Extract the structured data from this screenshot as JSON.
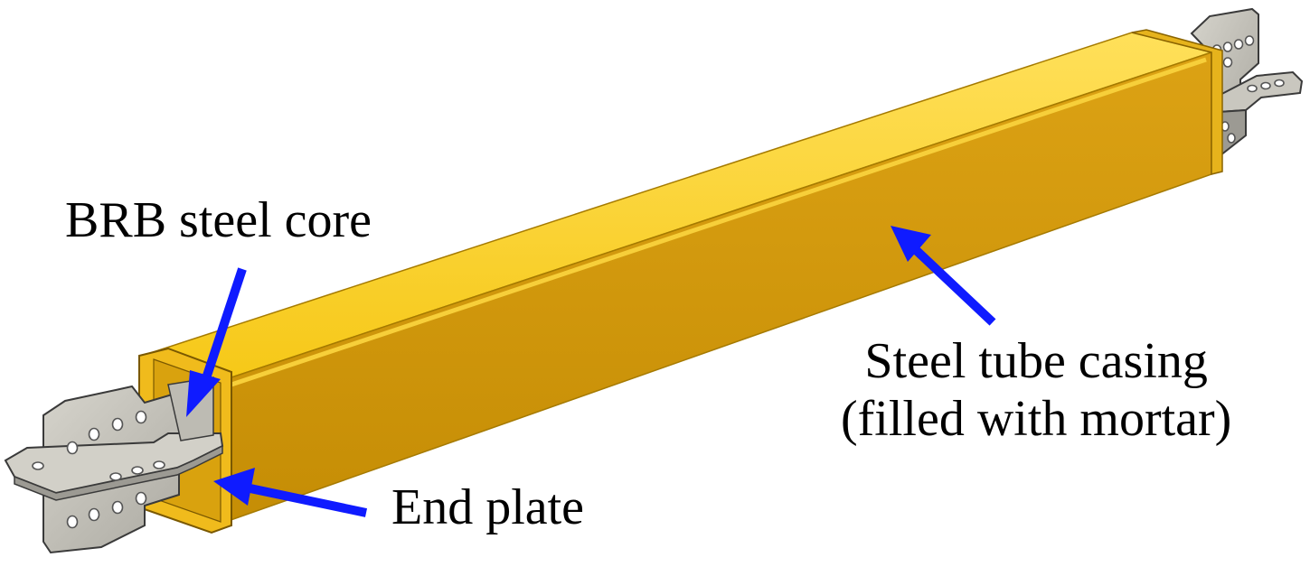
{
  "labels": {
    "steel_core": "BRB steel core",
    "tube_casing_line1": "Steel tube casing",
    "tube_casing_line2": "(filled with mortar)",
    "end_plate": "End plate"
  },
  "colors": {
    "tube_top": "#fbd12a",
    "tube_front": "#d19a09",
    "tube_end_face": "#e3ad14",
    "plate": "#b6b4ad",
    "plate_light": "#d2d0c8",
    "plate_dark": "#8f8d86",
    "outline": "#3a3a3a",
    "arrow": "#0f1bff"
  },
  "icons": {
    "pointer": "arrow-icon"
  }
}
